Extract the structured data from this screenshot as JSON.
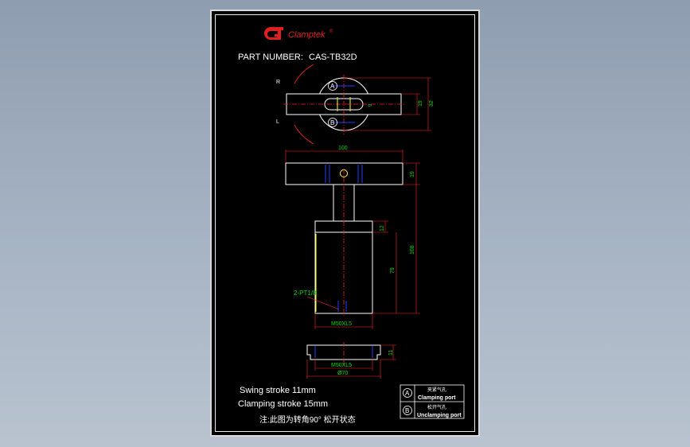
{
  "brand": {
    "name": "Clamptek",
    "registered": "®",
    "logo_color": "#e02020"
  },
  "part_number": {
    "label": "PART NUMBER:",
    "value": "CAS-TB32D"
  },
  "top_view": {
    "rotation_right": "R",
    "rotation_left": "L",
    "port_a": "A",
    "port_b": "B",
    "dim_slot": "9",
    "dim_width": "19",
    "dim_diameter": "32"
  },
  "side_view": {
    "dim_arm_length": "100",
    "dim_arm_height": "19",
    "dim_total_height": "108",
    "dim_neck": "12",
    "dim_body": "79",
    "port_label": "2-PT1/8",
    "thread_body": "M50XL5"
  },
  "base_view": {
    "thread": "M50XL5",
    "diameter": "Ø70",
    "dim_height": "11"
  },
  "notes": {
    "swing_stroke": "Swing stroke 11mm",
    "clamping_stroke": "Clamping stroke 15mm",
    "chinese_note": "注:此图为转角90° 松开状态"
  },
  "legend": [
    {
      "symbol": "A",
      "cn": "夹紧气孔",
      "en": "Clamping port"
    },
    {
      "symbol": "B",
      "cn": "松开气孔",
      "en": "Unclamping port"
    }
  ],
  "colors": {
    "outline": "#ffffff",
    "dimension": "#00dd00",
    "centerline": "#ff2020",
    "hidden": "#2040ff",
    "accent": "#ffff40"
  }
}
